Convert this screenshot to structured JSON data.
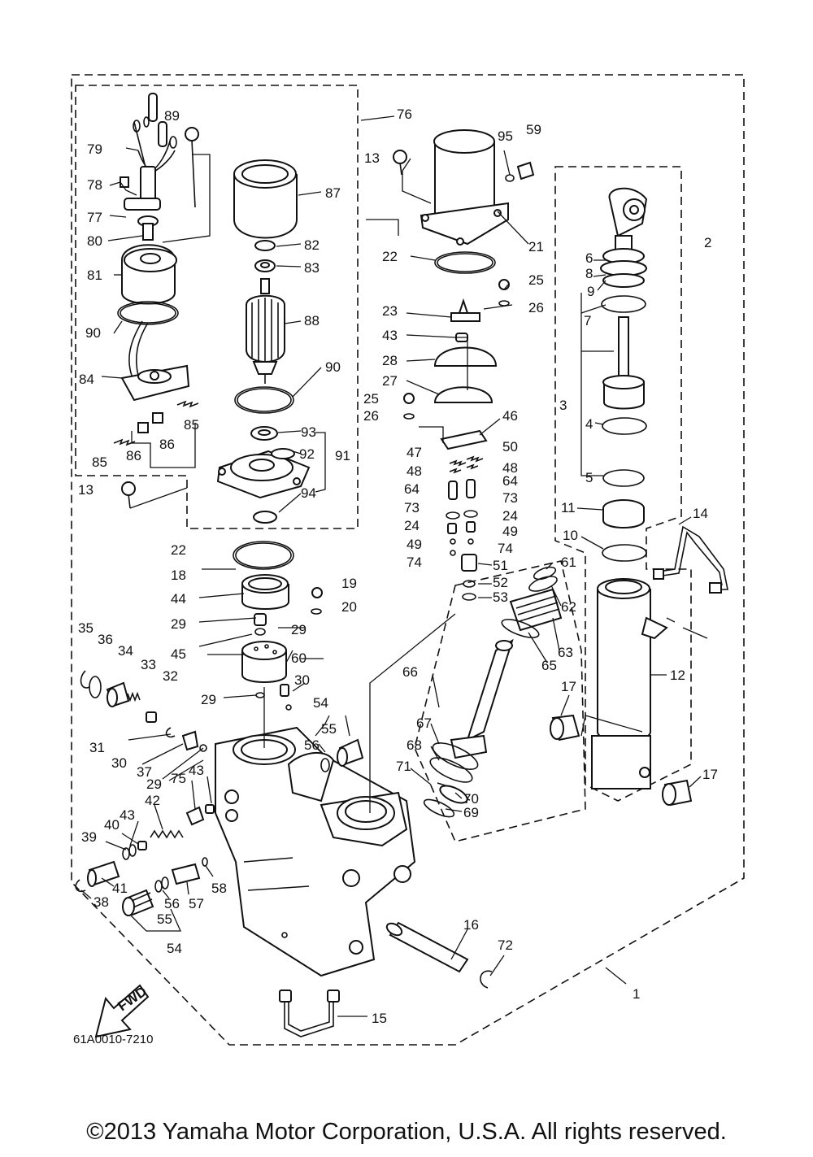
{
  "diagram": {
    "code": "61A0010-7210",
    "fwd_label": "FWD",
    "copyright": "©2013 Yamaha Motor Corporation, U.S.A. All rights reserved.",
    "labels": [
      "1",
      "2",
      "3",
      "4",
      "5",
      "6",
      "7",
      "8",
      "9",
      "10",
      "11",
      "12",
      "13",
      "13",
      "14",
      "15",
      "16",
      "17",
      "17",
      "18",
      "19",
      "20",
      "21",
      "22",
      "22",
      "23",
      "24",
      "24",
      "25",
      "25",
      "26",
      "26",
      "27",
      "28",
      "29",
      "29",
      "29",
      "29",
      "30",
      "30",
      "31",
      "32",
      "33",
      "34",
      "35",
      "36",
      "37",
      "38",
      "39",
      "40",
      "41",
      "42",
      "43",
      "43",
      "43",
      "44",
      "45",
      "46",
      "47",
      "48",
      "48",
      "49",
      "49",
      "50",
      "51",
      "52",
      "53",
      "54",
      "54",
      "55",
      "55",
      "56",
      "56",
      "57",
      "58",
      "59",
      "60",
      "61",
      "62",
      "63",
      "64",
      "64",
      "65",
      "66",
      "67",
      "68",
      "69",
      "70",
      "71",
      "72",
      "73",
      "73",
      "74",
      "74",
      "75",
      "76",
      "77",
      "78",
      "79",
      "80",
      "81",
      "82",
      "83",
      "84",
      "85",
      "85",
      "86",
      "86",
      "87",
      "88",
      "89",
      "90",
      "90",
      "91",
      "92",
      "93",
      "94",
      "95"
    ]
  }
}
